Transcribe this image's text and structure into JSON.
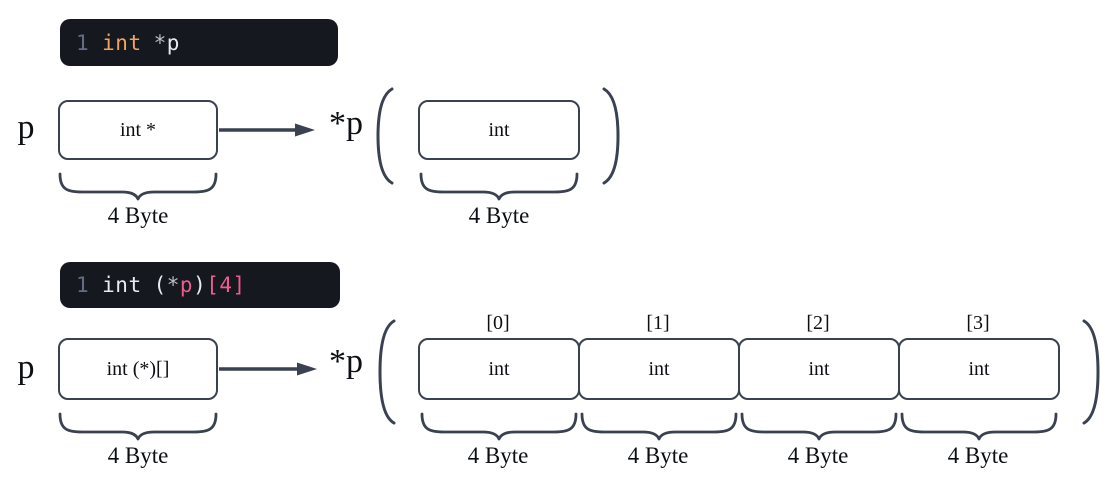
{
  "colors": {
    "code_background": "#15181e",
    "line_number_gray": "#636d83",
    "keyword_orange": "#f0a45d",
    "code_default": "#e8ecf1",
    "code_dim": "#b9c0ca",
    "highlight_pink": "#ee5b8d",
    "diagram_stroke": "#3a4150",
    "diagram_text": "#0d0f12"
  },
  "snippet1": {
    "line_number": "1",
    "keyword": "int",
    "star": "*",
    "variable": "p"
  },
  "snippet2": {
    "line_number": "1",
    "type": "int",
    "paren_open": "(",
    "star": "*",
    "variable": "p",
    "paren_close": ")",
    "bracket": "[4]"
  },
  "row1": {
    "pointer_label": "p",
    "pointer_type": "int *",
    "deref_label": "*p",
    "target_type": "int",
    "pointer_size": "4 Byte",
    "target_size": "4 Byte"
  },
  "row2": {
    "pointer_label": "p",
    "pointer_type": "int (*)[]",
    "deref_label": "*p",
    "pointer_size": "4 Byte",
    "cells": [
      {
        "index": "[0]",
        "type": "int",
        "size": "4 Byte"
      },
      {
        "index": "[1]",
        "type": "int",
        "size": "4 Byte"
      },
      {
        "index": "[2]",
        "type": "int",
        "size": "4 Byte"
      },
      {
        "index": "[3]",
        "type": "int",
        "size": "4 Byte"
      }
    ]
  }
}
